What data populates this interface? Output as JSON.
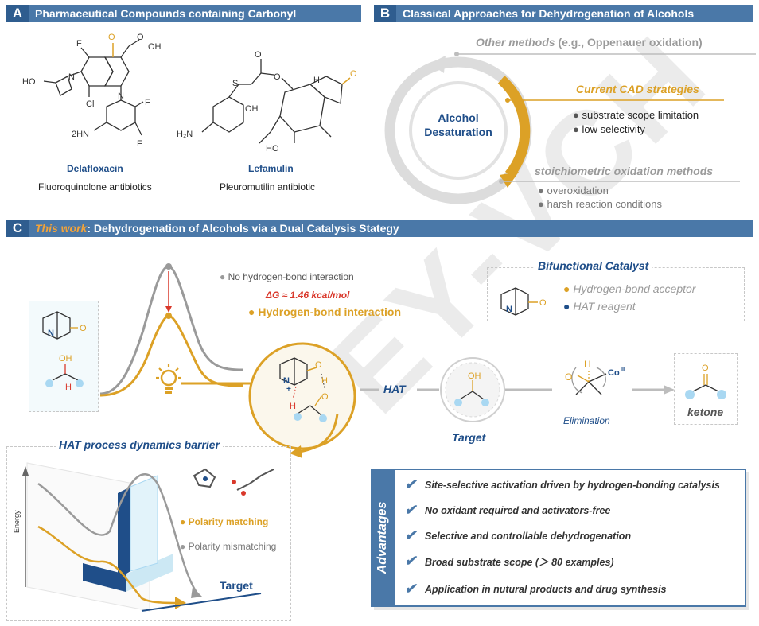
{
  "panel_a": {
    "letter": "A",
    "title": "Pharmaceutical Compounds containing Carbonyl",
    "drug1": {
      "name": "Delafloxacin",
      "desc": "Fluoroquinolone antibiotics"
    },
    "drug2": {
      "name": "Lefamulin",
      "desc": "Pleuromutilin antibiotic"
    },
    "atoms": {
      "F": "F",
      "OH": "OH",
      "O": "O",
      "Cl": "Cl",
      "HO": "HO",
      "N": "N",
      "NH2": "2HN",
      "S": "S",
      "H2N": "H₂N",
      "H": "H"
    }
  },
  "panel_b": {
    "letter": "B",
    "title": "Classical Approaches for Dehydrogenation of Alcohols",
    "center_line1": "Alcohol",
    "center_line2": "Desaturation",
    "other_methods_italic": "Other methods",
    "other_methods_rest": " (e.g., Oppenauer oxidation)",
    "current": "Current CAD strategies",
    "current_points": [
      "substrate scope limitation",
      "low selectivity"
    ],
    "stoich": "stoichiometric oxidation methods",
    "stoich_points": [
      "overoxidation",
      "harsh reaction conditions"
    ]
  },
  "panel_c": {
    "letter": "C",
    "title_ital": "This work",
    "title_rest": " : Dehydrogenation of Alcohols via a Dual Catalysis Stategy",
    "no_hbond": "No hydrogen-bond interaction",
    "delta_g": "ΔG ≈ 1.46 kcal/mol",
    "hbond": "Hydrogen-bond interaction",
    "bifunctional": "Bifunctional Catalyst",
    "hb_acceptor": "Hydrogen-bond acceptor",
    "hat_reagent": "HAT reagent",
    "hat": "HAT",
    "target": "Target",
    "elimination": "Elimination",
    "ketone": "ketone",
    "co": "Co",
    "co_ox": "III",
    "barrier_title": "HAT process dynamics barrier",
    "energy": "Energy",
    "polarity_match": "Polarity matching",
    "polarity_mismatch": "Polarity mismatching",
    "barrier_target": "Target",
    "advantages_label": "Advantages",
    "advantages": [
      "Site-selective activation driven by hydrogen-bonding catalysis",
      "No oxidant required and activators-free",
      "Selective and controllable dehydrogenation",
      "Broad substrate scope (＞ 80 examples)",
      "Application in nutural products and drug synthesis"
    ],
    "atoms": {
      "N": "N",
      "O": "O",
      "OH": "OH",
      "H": "H",
      "plus": "+"
    }
  },
  "watermark": "EY-VCH",
  "colors": {
    "header": "#4a78a8",
    "header_dark": "#2f5d8f",
    "accent": "#dca126",
    "navy": "#1f4e89",
    "gray": "#9a9a9a",
    "red": "#d9382b"
  }
}
